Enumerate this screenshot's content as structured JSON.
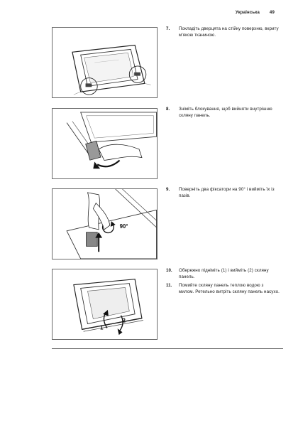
{
  "header": {
    "section": "Українська",
    "page_number": "49"
  },
  "steps": [
    {
      "number": "7.",
      "text": "Покладіть дверцята на стійку поверхню, вкриту м'якою тканиною."
    },
    {
      "number": "8.",
      "text": "Зніміть блокування, щоб вийняти внутрішню скляну панель."
    },
    {
      "number": "9.",
      "text": "Поверніть два фіксатори на 90° і вийміть їх із пазів."
    },
    {
      "number": "10.",
      "text": "Обережно підніміть (1) і вийміть (2) скляну панель."
    },
    {
      "number": "11.",
      "text": "Помийте скляну панель теплою водою з милом. Ретельно витріть скляну панель насухо."
    }
  ],
  "figure_labels": {
    "angle": "90°",
    "lift": "1",
    "remove": "2"
  },
  "icons": [
    "door-glass-illustration",
    "lock-release-illustration",
    "fixture-rotate-illustration",
    "glass-panel-removal-illustration"
  ]
}
